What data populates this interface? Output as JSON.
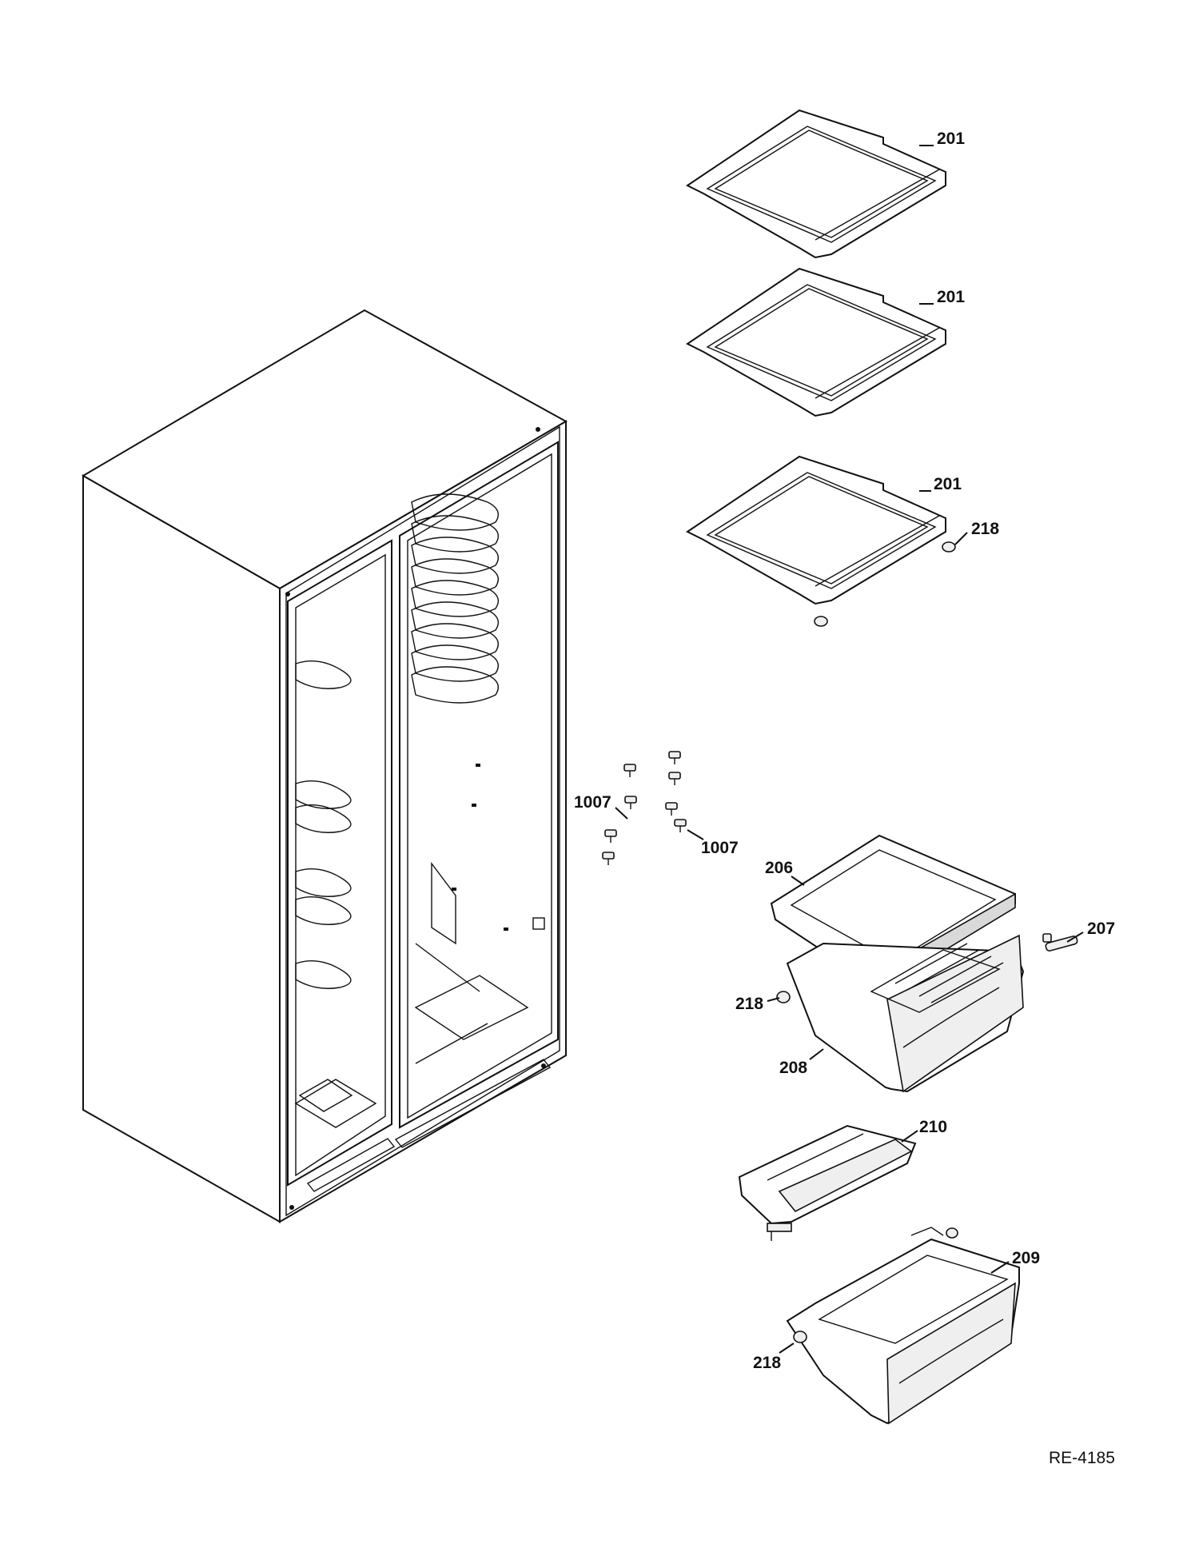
{
  "diagram": {
    "reference_code": "RE-4185",
    "callouts": {
      "shelf_top": "201",
      "shelf_middle": "201",
      "shelf_bottom": "201",
      "stop_shelf": "218",
      "screws_left": "1007",
      "screws_right": "1007",
      "cover_pan": "206",
      "slide_rail": "207",
      "stop_pan": "218",
      "pan_upper": "208",
      "cover_lower": "210",
      "pan_lower": "209",
      "stop_lower": "218"
    }
  }
}
